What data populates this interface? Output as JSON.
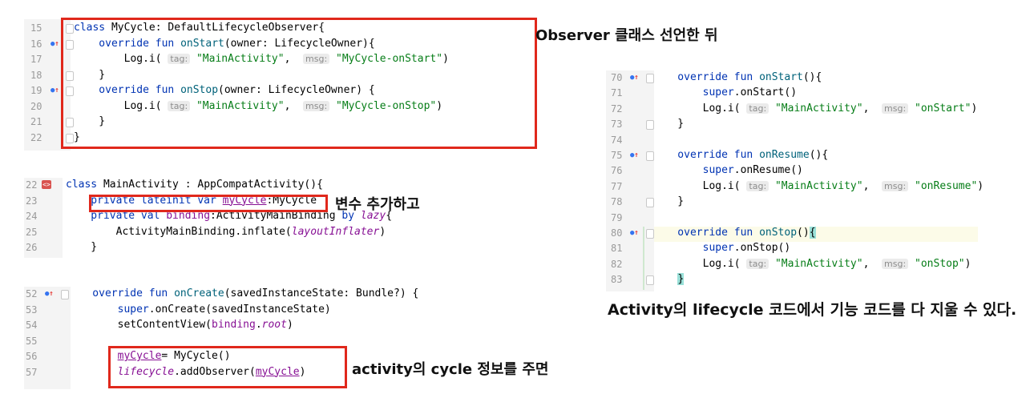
{
  "panel_observer": {
    "lines": [
      {
        "n": "15",
        "tokens": [
          {
            "t": "class ",
            "c": "kw"
          },
          {
            "t": "MyCycle: DefaultLifecycleObserver{",
            "c": ""
          }
        ]
      },
      {
        "n": "16",
        "tokens": [
          {
            "t": "    override fun ",
            "c": "kw"
          },
          {
            "t": "onStart",
            "c": "fn"
          },
          {
            "t": "(owner: LifecycleOwner){",
            "c": ""
          }
        ]
      },
      {
        "n": "17",
        "tokens": [
          {
            "t": "        Log.i( ",
            "c": ""
          },
          {
            "t": "tag:",
            "c": "hint"
          },
          {
            "t": " ",
            "c": ""
          },
          {
            "t": "\"MainActivity\"",
            "c": "str"
          },
          {
            "t": ",  ",
            "c": ""
          },
          {
            "t": "msg:",
            "c": "hint"
          },
          {
            "t": " ",
            "c": ""
          },
          {
            "t": "\"MyCycle-onStart\"",
            "c": "str"
          },
          {
            "t": ")",
            "c": ""
          }
        ]
      },
      {
        "n": "18",
        "tokens": [
          {
            "t": "    }",
            "c": ""
          }
        ]
      },
      {
        "n": "19",
        "tokens": [
          {
            "t": "    override fun ",
            "c": "kw"
          },
          {
            "t": "onStop",
            "c": "fn"
          },
          {
            "t": "(owner: LifecycleOwner) {",
            "c": ""
          }
        ]
      },
      {
        "n": "20",
        "tokens": [
          {
            "t": "        Log.i( ",
            "c": ""
          },
          {
            "t": "tag:",
            "c": "hint"
          },
          {
            "t": " ",
            "c": ""
          },
          {
            "t": "\"MainActivity\"",
            "c": "str"
          },
          {
            "t": ",  ",
            "c": ""
          },
          {
            "t": "msg:",
            "c": "hint"
          },
          {
            "t": " ",
            "c": ""
          },
          {
            "t": "\"MyCycle-onStop\"",
            "c": "str"
          },
          {
            "t": ")",
            "c": ""
          }
        ]
      },
      {
        "n": "21",
        "tokens": [
          {
            "t": "    }",
            "c": ""
          }
        ]
      },
      {
        "n": "22",
        "tokens": [
          {
            "t": "}",
            "c": ""
          }
        ]
      }
    ]
  },
  "panel_main": {
    "lines": [
      {
        "n": "22",
        "tokens": [
          {
            "t": "class ",
            "c": "kw"
          },
          {
            "t": "MainActivity : AppCompatActivity(){",
            "c": ""
          }
        ]
      },
      {
        "n": "23",
        "tokens": [
          {
            "t": "    private lateinit var ",
            "c": "kw"
          },
          {
            "t": "myCycle",
            "c": "under"
          },
          {
            "t": ":MyCycle",
            "c": ""
          }
        ]
      },
      {
        "n": "24",
        "tokens": [
          {
            "t": "    private val ",
            "c": "kw"
          },
          {
            "t": "binding",
            "c": "prop"
          },
          {
            "t": ":ActivityMainBinding ",
            "c": ""
          },
          {
            "t": "by ",
            "c": "kw"
          },
          {
            "t": "lazy",
            "c": "ital"
          },
          {
            "t": "{",
            "c": ""
          }
        ]
      },
      {
        "n": "25",
        "tokens": [
          {
            "t": "        ActivityMainBinding.inflate(",
            "c": ""
          },
          {
            "t": "layoutInflater",
            "c": "ital"
          },
          {
            "t": ")",
            "c": ""
          }
        ]
      },
      {
        "n": "26",
        "tokens": [
          {
            "t": "    }",
            "c": ""
          }
        ]
      }
    ]
  },
  "panel_oncreate": {
    "lines": [
      {
        "n": "52",
        "tokens": [
          {
            "t": "    override fun ",
            "c": "kw"
          },
          {
            "t": "onCreate",
            "c": "fn"
          },
          {
            "t": "(savedInstanceState: Bundle?) {",
            "c": ""
          }
        ]
      },
      {
        "n": "53",
        "tokens": [
          {
            "t": "        super",
            "c": "kw"
          },
          {
            "t": ".onCreate(savedInstanceState)",
            "c": ""
          }
        ]
      },
      {
        "n": "54",
        "tokens": [
          {
            "t": "        setContentView(",
            "c": ""
          },
          {
            "t": "binding",
            "c": "prop"
          },
          {
            "t": ".",
            "c": ""
          },
          {
            "t": "root",
            "c": "ital"
          },
          {
            "t": ")",
            "c": ""
          }
        ]
      },
      {
        "n": "55",
        "tokens": []
      },
      {
        "n": "56",
        "tokens": [
          {
            "t": "        ",
            "c": ""
          },
          {
            "t": "myCycle",
            "c": "under"
          },
          {
            "t": "= MyCycle()",
            "c": ""
          }
        ]
      },
      {
        "n": "57",
        "tokens": [
          {
            "t": "        ",
            "c": ""
          },
          {
            "t": "lifecycle",
            "c": "ital"
          },
          {
            "t": ".addObserver(",
            "c": ""
          },
          {
            "t": "myCycle",
            "c": "under"
          },
          {
            "t": ")",
            "c": ""
          }
        ]
      }
    ]
  },
  "panel_activity": {
    "lines": [
      {
        "n": "70",
        "tokens": [
          {
            "t": "    override fun ",
            "c": "kw"
          },
          {
            "t": "onStart",
            "c": "fn"
          },
          {
            "t": "(){",
            "c": ""
          }
        ]
      },
      {
        "n": "71",
        "tokens": [
          {
            "t": "        super",
            "c": "kw"
          },
          {
            "t": ".onStart()",
            "c": ""
          }
        ]
      },
      {
        "n": "72",
        "tokens": [
          {
            "t": "        Log.i( ",
            "c": ""
          },
          {
            "t": "tag:",
            "c": "hint"
          },
          {
            "t": " ",
            "c": ""
          },
          {
            "t": "\"MainActivity\"",
            "c": "str"
          },
          {
            "t": ",  ",
            "c": ""
          },
          {
            "t": "msg:",
            "c": "hint"
          },
          {
            "t": " ",
            "c": ""
          },
          {
            "t": "\"onStart\"",
            "c": "str"
          },
          {
            "t": ")",
            "c": ""
          }
        ]
      },
      {
        "n": "73",
        "tokens": [
          {
            "t": "    }",
            "c": ""
          }
        ]
      },
      {
        "n": "74",
        "tokens": []
      },
      {
        "n": "75",
        "tokens": [
          {
            "t": "    override fun ",
            "c": "kw"
          },
          {
            "t": "onResume",
            "c": "fn"
          },
          {
            "t": "(){",
            "c": ""
          }
        ]
      },
      {
        "n": "76",
        "tokens": [
          {
            "t": "        super",
            "c": "kw"
          },
          {
            "t": ".onResume()",
            "c": ""
          }
        ]
      },
      {
        "n": "77",
        "tokens": [
          {
            "t": "        Log.i( ",
            "c": ""
          },
          {
            "t": "tag:",
            "c": "hint"
          },
          {
            "t": " ",
            "c": ""
          },
          {
            "t": "\"MainActivity\"",
            "c": "str"
          },
          {
            "t": ",  ",
            "c": ""
          },
          {
            "t": "msg:",
            "c": "hint"
          },
          {
            "t": " ",
            "c": ""
          },
          {
            "t": "\"onResume\"",
            "c": "str"
          },
          {
            "t": ")",
            "c": ""
          }
        ]
      },
      {
        "n": "78",
        "tokens": [
          {
            "t": "    }",
            "c": ""
          }
        ]
      },
      {
        "n": "79",
        "tokens": []
      },
      {
        "n": "80",
        "tokens": [
          {
            "t": "    override fun ",
            "c": "kw"
          },
          {
            "t": "onStop",
            "c": "fn"
          },
          {
            "t": "()",
            "c": ""
          },
          {
            "t": "{",
            "c": "bracehl"
          }
        ]
      },
      {
        "n": "81",
        "tokens": [
          {
            "t": "        super",
            "c": "kw"
          },
          {
            "t": ".onStop()",
            "c": ""
          }
        ]
      },
      {
        "n": "82",
        "tokens": [
          {
            "t": "        Log.i( ",
            "c": ""
          },
          {
            "t": "tag:",
            "c": "hint"
          },
          {
            "t": " ",
            "c": ""
          },
          {
            "t": "\"MainActivity\"",
            "c": "str"
          },
          {
            "t": ",  ",
            "c": ""
          },
          {
            "t": "msg:",
            "c": "hint"
          },
          {
            "t": " ",
            "c": ""
          },
          {
            "t": "\"onStop\"",
            "c": "str"
          },
          {
            "t": ")",
            "c": ""
          }
        ]
      },
      {
        "n": "83",
        "tokens": [
          {
            "t": "    ",
            "c": ""
          },
          {
            "t": "}",
            "c": "bracehl"
          }
        ]
      }
    ]
  },
  "annotations": {
    "observer": "Observer 클래스 선언한 뒤",
    "variable": "변수 추가하고",
    "cycle_info": "activity의 cycle 정보를 주면",
    "conclusion": "Activity의 lifecycle 코드에서 기능 코드를 다 지울 수 있다."
  },
  "colors": {
    "keyword": "#0033b3",
    "function": "#00627a",
    "string": "#067d17",
    "property": "#871094",
    "highlight_box": "#e0281c"
  }
}
